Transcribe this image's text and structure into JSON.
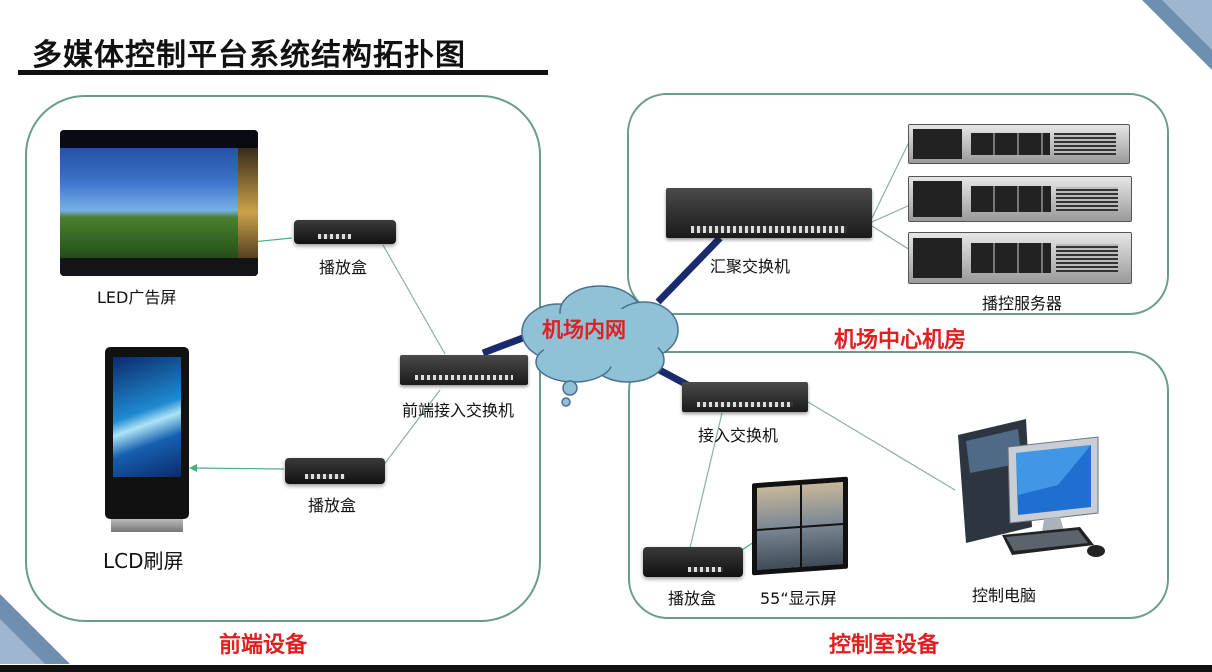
{
  "title": "多媒体控制平台系统结构拓扑图",
  "network": "机场内网",
  "sections": {
    "front": "前端设备",
    "center": "机场中心机房",
    "control": "控制室设备"
  },
  "devices": {
    "led_screen": "LED广告屏",
    "lcd_screen": "LCD刷屏",
    "player_box_top": "播放盒",
    "player_box_bottom": "播放盒",
    "front_switch": "前端接入交换机",
    "aggregation_switch": "汇聚交换机",
    "servers": "播控服务器",
    "access_switch": "接入交换机",
    "player_box_control": "播放盒",
    "display_55": "55“显示屏",
    "control_pc": "控制电脑"
  },
  "colors": {
    "panel_border": "#6a9b8f",
    "section_label": "#e02020",
    "cloud_fill": "#8fc2d6",
    "trunk_link": "#1a2b6d",
    "thin_link": "#8ab0a6"
  }
}
